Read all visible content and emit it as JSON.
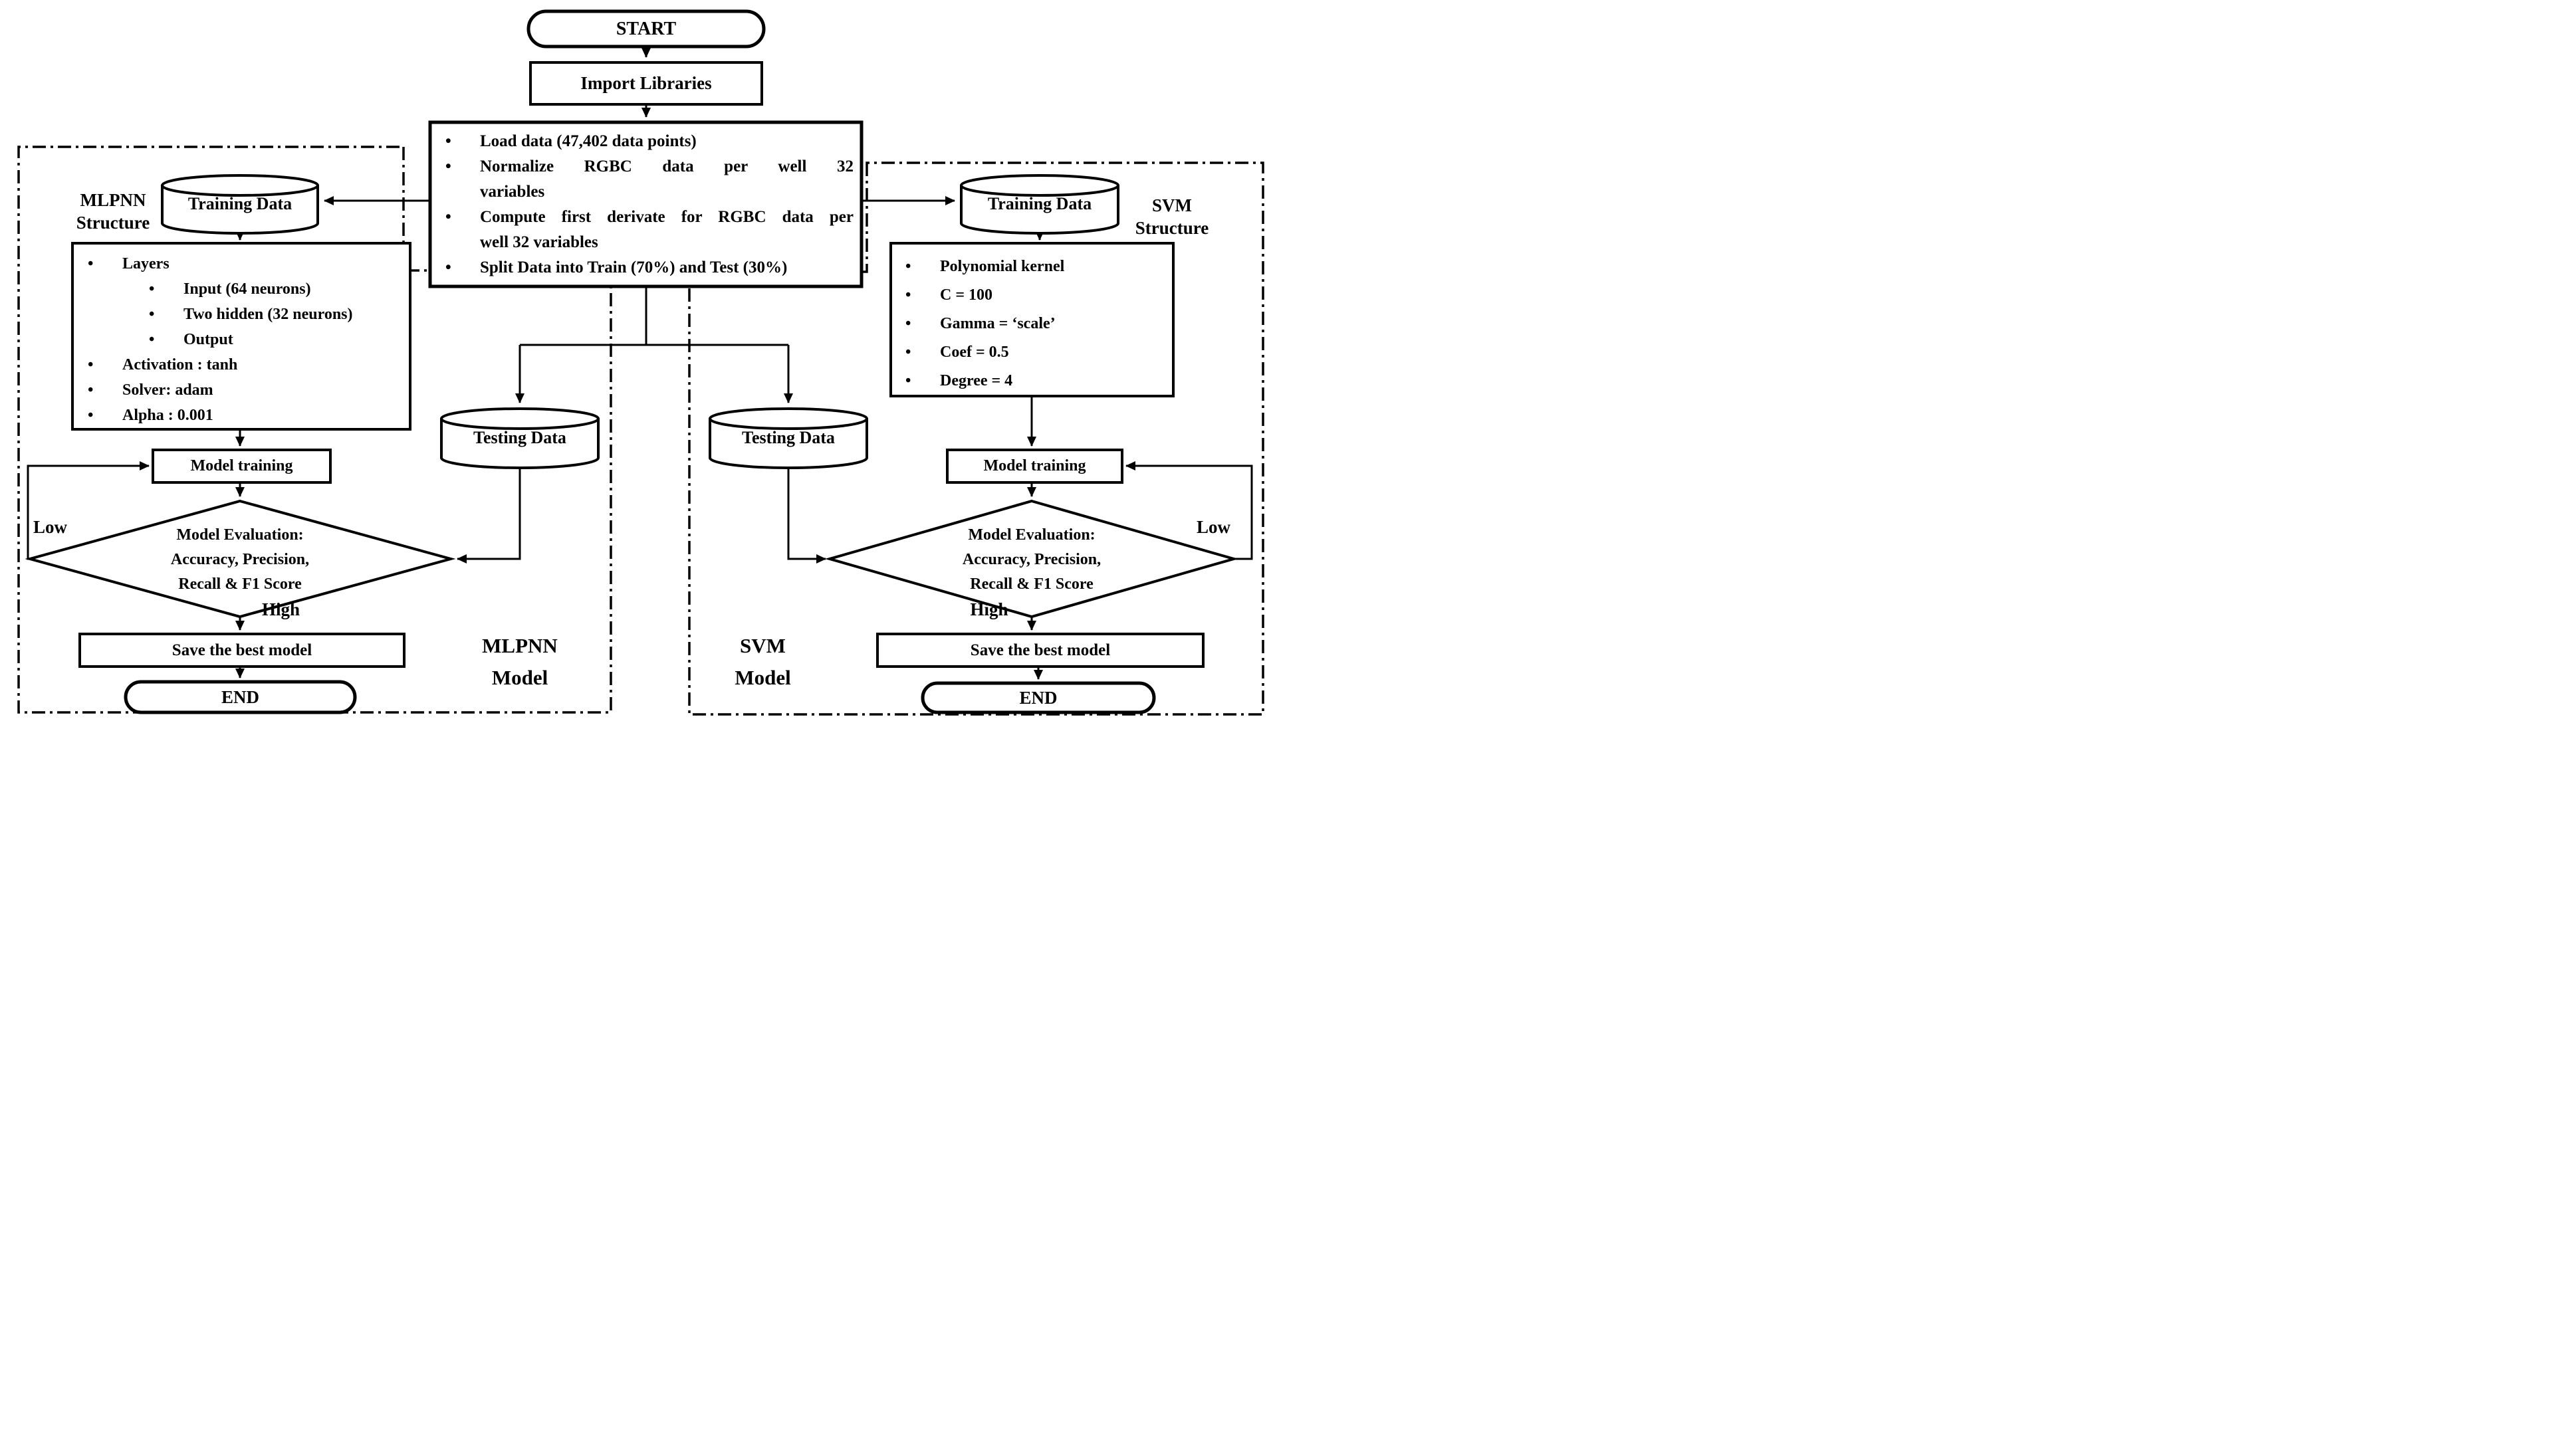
{
  "flow": {
    "start_label": "START",
    "end_label": "END",
    "import_label": "Import Libraries",
    "data_prep": {
      "bullets": [
        {
          "lines": [
            "Load data (47,402 data points)"
          ]
        },
        {
          "lines": [
            "Normalize RGBC data per well 32",
            "variables"
          ]
        },
        {
          "lines": [
            "Compute first derivate for RGBC data per",
            "well 32 variables"
          ]
        },
        {
          "lines": [
            "Split Data into Train (70%) and Test (30%)"
          ]
        }
      ]
    },
    "training_data_label": "Training Data",
    "testing_data_label": "Testing Data",
    "model_training_label": "Model training",
    "save_model_label": "Save the best model",
    "evaluation": {
      "line1": "Model Evaluation:",
      "line2": "Accuracy, Precision,",
      "line3": "Recall & F1 Score",
      "low": "Low",
      "high": "High"
    },
    "mlpnn": {
      "structure_title_line1": "MLPNN",
      "structure_title_line2": "Structure",
      "model_title_line1": "MLPNN",
      "model_title_line2": "Model",
      "params": [
        "Layers",
        "Input  (64 neurons)",
        "Two hidden  (32 neurons)",
        "Output",
        "Activation : tanh",
        "Solver: adam",
        "Alpha : 0.001"
      ]
    },
    "svm": {
      "structure_title_line1": "SVM",
      "structure_title_line2": "Structure",
      "model_title_line1": "SVM",
      "model_title_line2": "Model",
      "params": [
        "Polynomial kernel",
        "C = 100",
        "Gamma = ‘scale’",
        "Coef = 0.5",
        "Degree = 4"
      ]
    },
    "colors": {
      "ink": "#000000",
      "background": "#ffffff"
    }
  }
}
